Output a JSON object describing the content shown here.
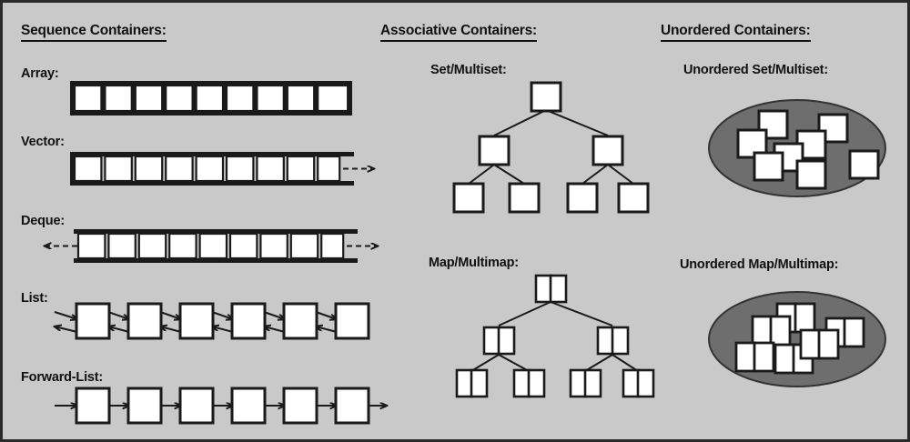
{
  "diagram": {
    "title_visible": false,
    "background_color": "#c9c9c9",
    "frame_color": "#2b2b2b",
    "node_fill": "#ffffff",
    "node_stroke": "#1a1a1a",
    "ellipse_fill": "#6e6e6e",
    "ellipse_stroke": "#333333"
  },
  "columns": [
    {
      "id": "sequence",
      "heading": "Sequence Containers:"
    },
    {
      "id": "associative",
      "heading": "Associative Containers:"
    },
    {
      "id": "unordered",
      "heading": "Unordered Containers:"
    }
  ],
  "sequence": {
    "items": [
      {
        "id": "array",
        "label": "Array:",
        "cells": 9,
        "arrows": "none",
        "rails": "closed"
      },
      {
        "id": "vector",
        "label": "Vector:",
        "cells": 9,
        "arrows": "right",
        "rails": "open-right"
      },
      {
        "id": "deque",
        "label": "Deque:",
        "cells": 9,
        "arrows": "both",
        "rails": "open-both"
      },
      {
        "id": "list",
        "label": "List:",
        "nodes": 6,
        "arrows": "bidirectional"
      },
      {
        "id": "forward-list",
        "label": "Forward-List:",
        "nodes": 6,
        "arrows": "forward"
      }
    ]
  },
  "associative": {
    "items": [
      {
        "id": "set-multiset",
        "label": "Set/Multiset:",
        "shape": "tree",
        "node_style": "single",
        "levels": [
          1,
          2,
          4
        ]
      },
      {
        "id": "map-multimap",
        "label": "Map/Multimap:",
        "shape": "tree",
        "node_style": "pair",
        "levels": [
          1,
          2,
          4
        ]
      }
    ]
  },
  "unordered": {
    "items": [
      {
        "id": "unordered-set-multiset",
        "label": "Unordered Set/Multiset:",
        "shape": "ellipse",
        "node_style": "single",
        "node_count": 8
      },
      {
        "id": "unordered-map-multimap",
        "label": "Unordered Map/Multimap:",
        "shape": "ellipse",
        "node_style": "pair",
        "node_count": 6
      }
    ]
  }
}
